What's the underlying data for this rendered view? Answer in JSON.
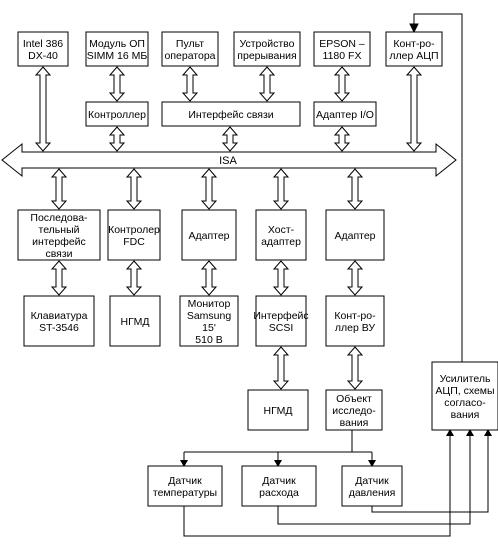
{
  "bus": {
    "label": "ISA"
  },
  "blocks": {
    "cpu": [
      "Intel 386",
      "DX-40"
    ],
    "ram": [
      "Модуль ОП",
      "SIMM 16 МБ"
    ],
    "console": [
      "Пульт",
      "оператора"
    ],
    "interrupt": [
      "Устройство",
      "прерывания"
    ],
    "printer": [
      "EPSON –",
      "1180 FX"
    ],
    "adc_ctrl": [
      "Конт-ро-",
      "ллер АЦП"
    ],
    "mem_ctrl": [
      "Контроллер"
    ],
    "link_iface": [
      "Интерфейс связи"
    ],
    "io_adapter": [
      "Адаптер I/O"
    ],
    "serial_iface": [
      "Последова-",
      "тельный",
      "интерфейс",
      "связи"
    ],
    "fdc_ctrl": [
      "Контролер",
      "FDC"
    ],
    "video_adapter": [
      "Адаптер"
    ],
    "host_adapter": [
      "Хост-",
      "адаптер"
    ],
    "adapter_right": [
      "Адаптер"
    ],
    "keyboard": [
      "Клавиатура",
      "ST-3546"
    ],
    "fdd": [
      "НГМД"
    ],
    "monitor": [
      "Монитор",
      "Samsung",
      "15'",
      "510 B"
    ],
    "scsi": [
      "Интерфейс",
      "SCSI"
    ],
    "ext_ctrl": [
      "Конт-ро-",
      "ллер ВУ"
    ],
    "hdd": [
      "НГМД"
    ],
    "object": [
      "Объект",
      "исследо-",
      "вания"
    ],
    "amplifier": [
      "Усилитель",
      "АЦП, схемы",
      "согласо-",
      "вания"
    ],
    "temp_sensor": [
      "Датчик",
      "температуры"
    ],
    "flow_sensor": [
      "Датчик",
      "расхода"
    ],
    "pressure_sensor": [
      "Датчик",
      "давления"
    ]
  }
}
